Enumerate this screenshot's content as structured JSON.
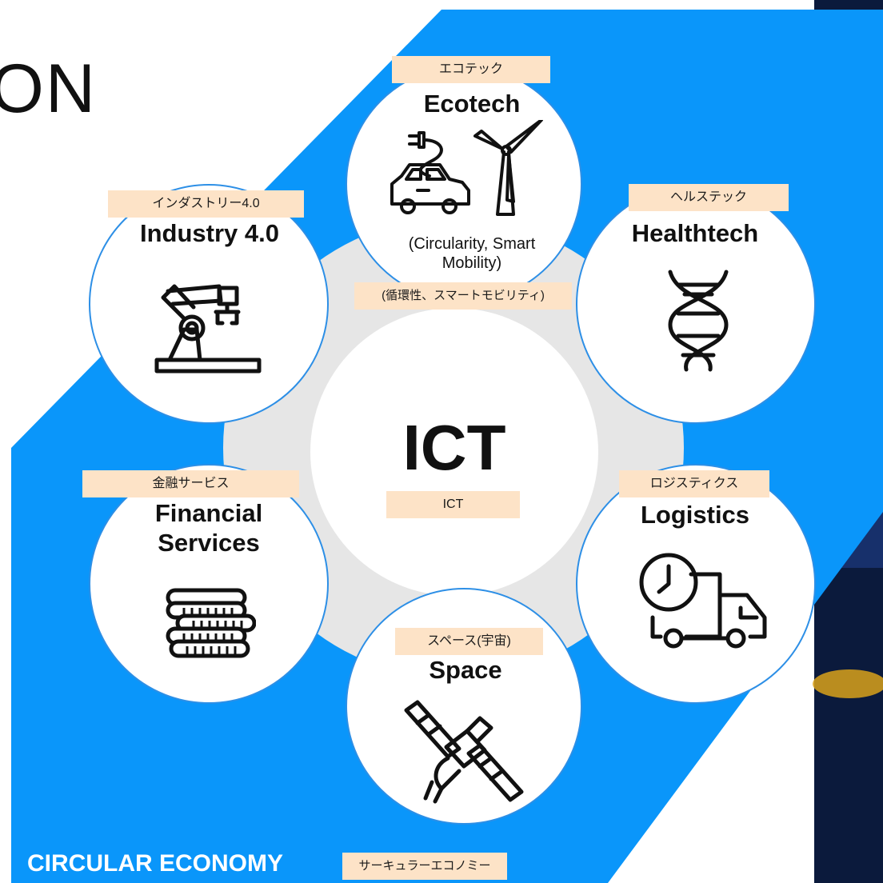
{
  "heading_fragment": "ON",
  "center": {
    "title": "ICT",
    "label_jp": "ICT"
  },
  "nodes": {
    "ecotech": {
      "label_jp": "エコテック",
      "title": "Ecotech",
      "subtitle_en": "(Circularity, Smart Mobility)",
      "subtitle_jp": "(循環性、スマートモビリティ)",
      "icon": "electric-car-and-wind-turbine-icon"
    },
    "industry": {
      "label_jp": "インダストリー4.0",
      "title": "Industry 4.0",
      "icon": "robot-arm-icon"
    },
    "healthtech": {
      "label_jp": "ヘルステック",
      "title": "Healthtech",
      "icon": "dna-icon"
    },
    "financial": {
      "label_jp": "金融サービス",
      "title_line1": "Financial",
      "title_line2": "Services",
      "icon": "coin-stack-icon"
    },
    "logistics": {
      "label_jp": "ロジスティクス",
      "title": "Logistics",
      "icon": "delivery-truck-clock-icon"
    },
    "space": {
      "label_jp": "スペース(宇宙)",
      "title": "Space",
      "icon": "satellite-icon"
    }
  },
  "footer": {
    "title": "CIRCULAR ECONOMY",
    "label_jp": "サーキュラーエコノミー"
  },
  "colors": {
    "blue_background": "#0a96fa",
    "ring_gray": "#e6e6e6",
    "circle_border": "#2d8fe6",
    "label_fill": "#fde3c7"
  }
}
